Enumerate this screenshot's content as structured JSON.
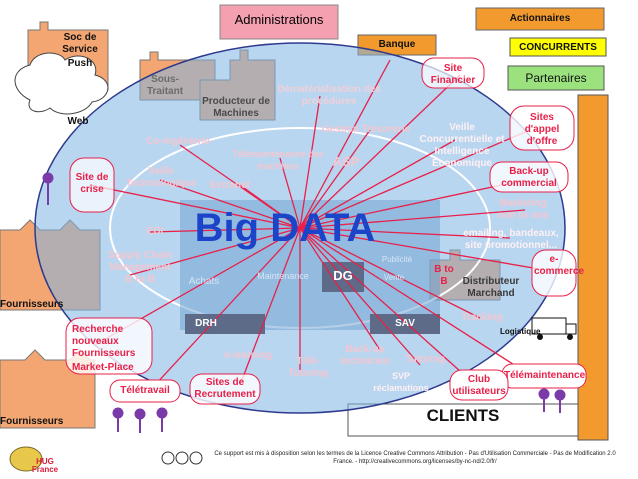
{
  "title": "Administrations",
  "center_label": "Big DATA",
  "header": {
    "actionnaires": "Actionnaires",
    "concurrents": "CONCURRENTS",
    "partenaires": "Partenaires",
    "banque": "Banque"
  },
  "left_labels": {
    "soc_service": "Soc de Service",
    "push": "Push",
    "web": "Web",
    "fournisseurs_top": "Fournisseurs",
    "fournisseurs_bottom": "Fournisseurs",
    "sous_traitant": "Sous-Traitant",
    "producteur": "Producteur de Machines"
  },
  "outer_labels": {
    "dematerialisation": "Dématérialisation des procédures",
    "site_financier": "Site Financier",
    "gestion_tresorerie": "Gestion Trésorerie",
    "veille": "Veille Concurrentielle et Intelligence Economique",
    "sites_appel": "Sites d'appel d'offre",
    "co_ingenierie": "Co-ingénierie",
    "veille_tech": "Veille Technologique",
    "site_crise": "Site de crise",
    "extranet": "Extranet",
    "edi": "EDI",
    "supply_chain": "Supply Chain Management B to B",
    "back_up_commercial": "Back-up commercial",
    "marketing": "Marketing one to one",
    "emailing": "emailing, bandeaux, site promotionnel...",
    "ecommerce": "e-commerce",
    "b_to_b": "B to B",
    "distributeur": "Distributeur Marchand",
    "tracking": "Tracking",
    "logistique": "Logistique",
    "recherche": "Recherche nouveaux Fournisseurs",
    "market_place": "Market-Place",
    "e_learning": "e-learning",
    "tele_tutoring": "Télé-Tutoring",
    "back_up_tech": "Back-up technicien",
    "tutoring": "Tutoring",
    "svp": "SVP réclamations",
    "club": "Club utilisateurs",
    "telemaintenance": "Télémaintenance",
    "teletravail": "Télétravail",
    "sites_recrutement": "Sites de Recrutement",
    "clients": "CLIENTS",
    "teledistribution": "Télémaintenance des machines",
    "asp": "ASP"
  },
  "inner_labels": {
    "achats": "Achats",
    "maintenance": "Maintenance",
    "dg": "DG",
    "vente": "Vente",
    "publicite": "Publicité",
    "drh": "DRH",
    "sav": "SAV"
  },
  "footer": {
    "logo": "HUG France",
    "license": "Ce support est mis à disposition selon les termes de la Licence Creative Commons Attribution - Pas d'Utilisation Commerciale - Pas de Modification 2.0 France. - http://creativecommons.org/licenses/by-nc-nd/2.0/fr/"
  },
  "colors": {
    "ellipse": "#7fb4e6",
    "accent_red": "#e8204a",
    "header_orange": "#f29a2e",
    "yellow": "#ffff00",
    "green_box": "#9be27f",
    "pink_box": "#f4a0b0"
  }
}
